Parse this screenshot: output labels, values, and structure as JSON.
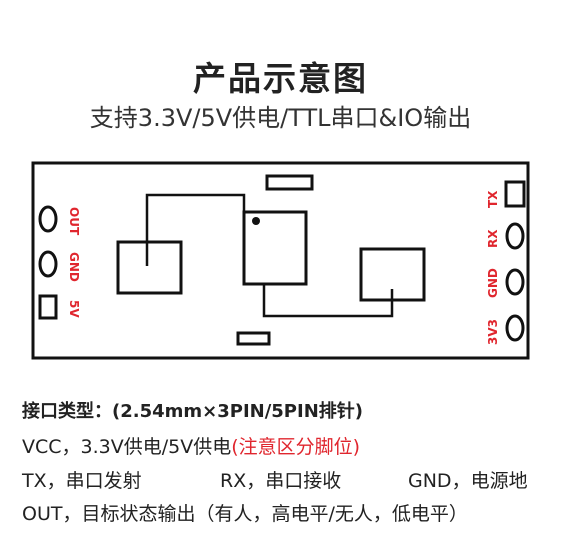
{
  "header": {
    "title": "产品示意图",
    "subtitle": "支持3.3V/5V供电/TTL串口&IO输出"
  },
  "board": {
    "left_pins": [
      "OUT",
      "GND",
      "5V"
    ],
    "right_pins": [
      "TX",
      "RX",
      "GND",
      "3V3"
    ],
    "colors": {
      "outline": "#111111",
      "label": "#e0262e"
    }
  },
  "description": {
    "interface": "接口类型：(2.54mm×3PIN/5PIN排针)",
    "vcc_prefix": "VCC，3.3V供电/5V供电",
    "vcc_note": "(注意区分脚位)",
    "tx": "TX，串口发射",
    "rx": "RX，串口接收",
    "gnd": "GND，电源地",
    "out": "OUT，目标状态输出（有人，高电平/无人，低电平）"
  }
}
